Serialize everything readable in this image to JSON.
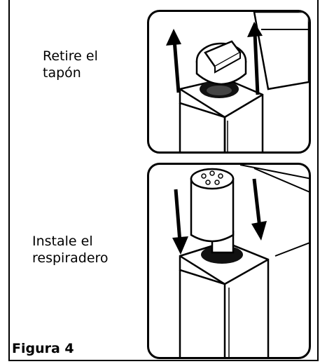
{
  "figure": {
    "label": "Figura 4",
    "step1": {
      "line1": "Retire el",
      "line2": "tapón"
    },
    "step2": {
      "line1": "Instale el",
      "line2": "respiradero"
    }
  }
}
